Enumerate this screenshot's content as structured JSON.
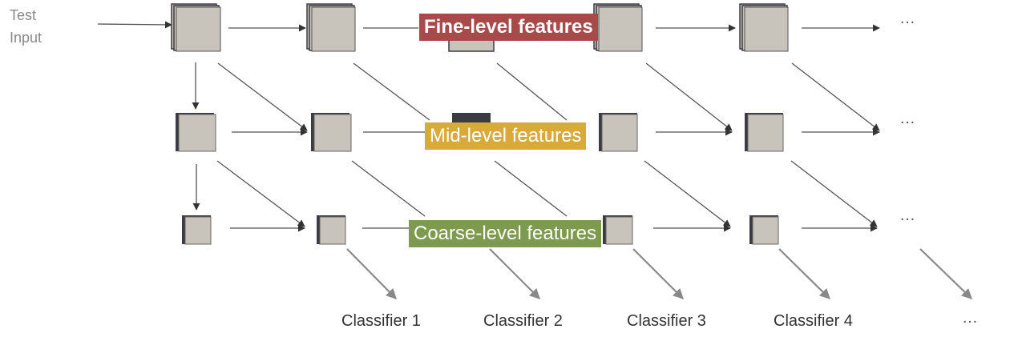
{
  "input_label": {
    "line1": "Test",
    "line2": "Input"
  },
  "scales": {
    "fine": "Fine-level features",
    "mid": "Mid-level features",
    "coarse": "Coarse-level features"
  },
  "classifiers": [
    "Classifier 1",
    "Classifier 2",
    "Classifier 3",
    "Classifier 4"
  ],
  "ellipsis": "…",
  "colors": {
    "fine": "#a64a4a",
    "mid": "#d9a93a",
    "coarse": "#7d9a4e",
    "block_fill": "#c8c3bb",
    "block_shadow": "#3b3b44"
  }
}
